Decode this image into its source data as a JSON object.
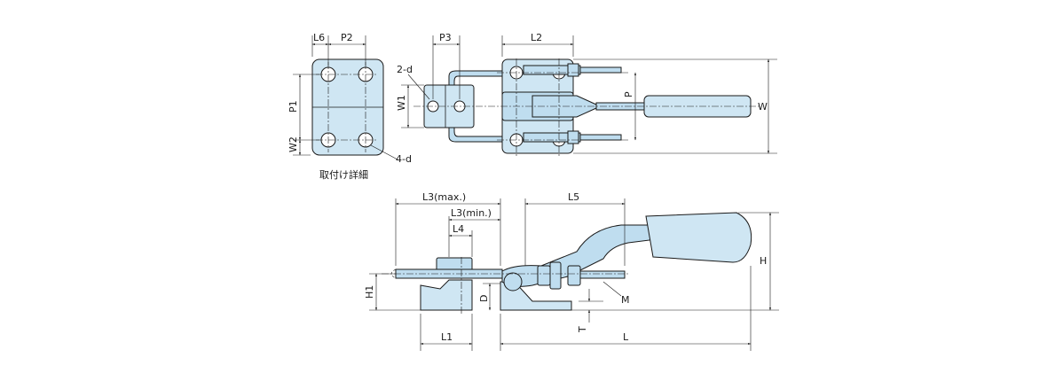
{
  "labels": {
    "L6": "L6",
    "P2": "P2",
    "P1": "P1",
    "W2": "W2",
    "d4": "4-d",
    "mounting_detail": "取付け詳細",
    "P3": "P3",
    "L2": "L2",
    "d2": "2-d",
    "W1": "W1",
    "P": "P",
    "W": "W",
    "L3max": "L3(max.)",
    "L3min": "L3(min.)",
    "L4": "L4",
    "L5": "L5",
    "H": "H",
    "H1": "H1",
    "D": "D",
    "M": "M",
    "T": "T",
    "L1": "L1",
    "L": "L"
  },
  "colors": {
    "part_fill": "#cfe6f3",
    "line": "#1a1a1a"
  }
}
